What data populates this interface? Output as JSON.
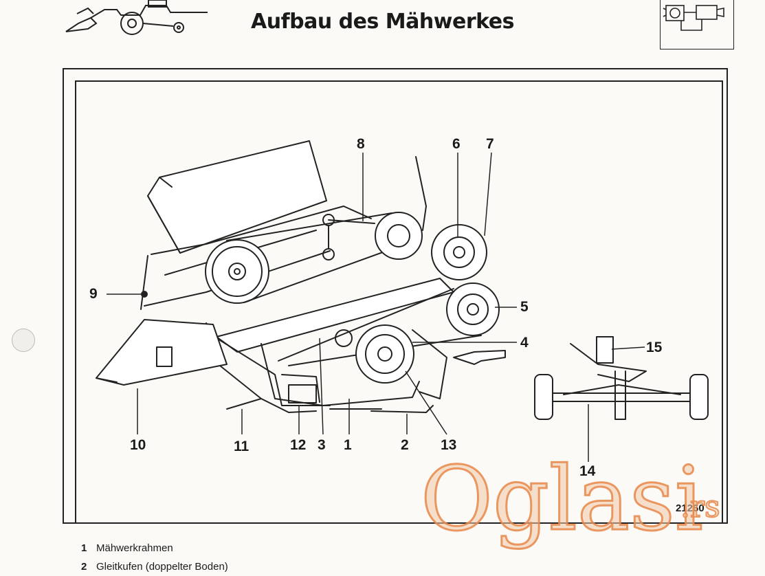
{
  "header": {
    "title": "Aufbau des Mähwerkes"
  },
  "icons": {
    "header_left": "combine-harvester-icon",
    "header_right": "engine-component-icon"
  },
  "figure": {
    "number": "21260",
    "callouts": [
      "1",
      "2",
      "3",
      "4",
      "5",
      "6",
      "7",
      "8",
      "9",
      "10",
      "11",
      "12",
      "13",
      "14",
      "15"
    ]
  },
  "legend": [
    {
      "number": "1",
      "text": "Mähwerkrahmen"
    },
    {
      "number": "2",
      "text": "Gleitkufen (doppelter Boden)"
    }
  ],
  "watermark": {
    "brand": "Oglasi",
    "suffix": ".rs",
    "color": "#e8874a"
  }
}
